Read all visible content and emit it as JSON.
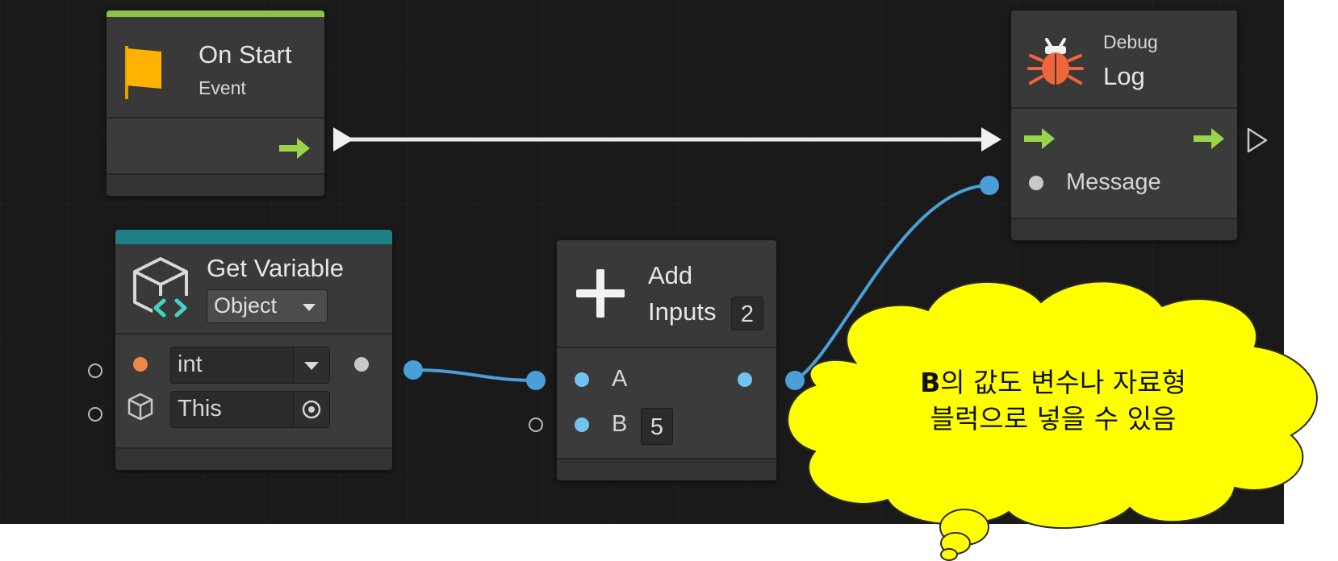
{
  "nodes": {
    "on_start": {
      "title": "On Start",
      "subtitle": "Event",
      "accent": "#8bc34a"
    },
    "get_variable": {
      "title": "Get Variable",
      "kind": "Object",
      "type_value": "int",
      "target_value": "This",
      "accent": "#1e7f86"
    },
    "add": {
      "title": "Add",
      "inputs_label": "Inputs",
      "inputs_count": "2",
      "port_a": "A",
      "port_b": "B",
      "port_b_value": "5"
    },
    "debug_log": {
      "category": "Debug",
      "title": "Log",
      "port_message": "Message"
    }
  },
  "callout": {
    "highlight": "B",
    "line1_rest": "의 값도 변수나 자료형",
    "line2": "블럭으로 넣을 수 있음",
    "fill": "#ffff00"
  },
  "colors": {
    "flow_arrow": "#9bd34c",
    "value_port": "#72c3ef",
    "wire": "#4a9fd8",
    "flag": "#ffb300",
    "bug": "#f2643a"
  },
  "icons": [
    "flag-icon",
    "cube-code-icon",
    "plus-icon",
    "bug-icon",
    "flow-arrow-icon",
    "dropdown-arrow-icon",
    "target-icon",
    "cube-icon"
  ]
}
